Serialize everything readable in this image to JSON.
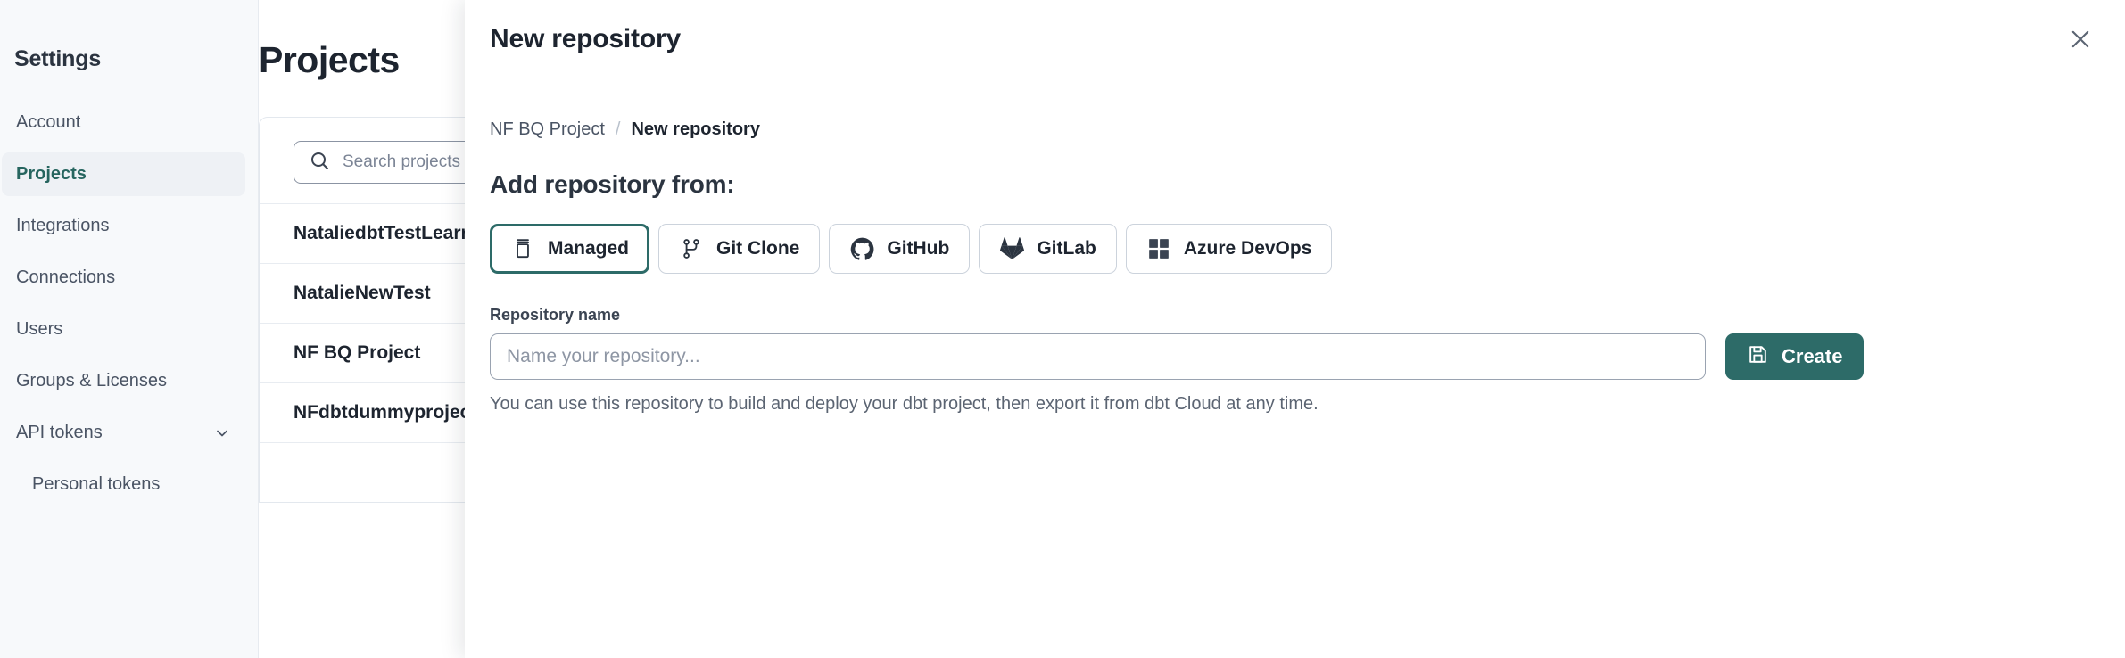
{
  "sidebar": {
    "heading": "Settings",
    "items": [
      {
        "label": "Account",
        "active": false
      },
      {
        "label": "Projects",
        "active": true
      },
      {
        "label": "Integrations",
        "active": false
      },
      {
        "label": "Connections",
        "active": false
      },
      {
        "label": "Users",
        "active": false
      },
      {
        "label": "Groups & Licenses",
        "active": false
      },
      {
        "label": "API tokens",
        "active": false,
        "icon": "chevron-down-icon"
      },
      {
        "label": "Personal tokens",
        "active": false,
        "sub": true
      }
    ]
  },
  "page": {
    "title": "Projects",
    "search": {
      "placeholder": "Search projects by na",
      "icon": "search-icon"
    },
    "projects": [
      "NataliedbtTestLearn T",
      "NatalieNewTest",
      "NF BQ Project",
      "NFdbtdummyproject"
    ]
  },
  "drawer": {
    "title": "New repository",
    "close_icon": "close-icon",
    "breadcrumb": {
      "parent": "NF BQ Project",
      "separator": "/",
      "current": "New repository"
    },
    "section_title": "Add repository from:",
    "tabs": [
      {
        "label": "Managed",
        "icon": "database-icon",
        "selected": true
      },
      {
        "label": "Git Clone",
        "icon": "git-branch-icon",
        "selected": false
      },
      {
        "label": "GitHub",
        "icon": "github-icon",
        "selected": false
      },
      {
        "label": "GitLab",
        "icon": "gitlab-icon",
        "selected": false
      },
      {
        "label": "Azure DevOps",
        "icon": "azure-devops-icon",
        "selected": false
      }
    ],
    "form": {
      "name_label": "Repository name",
      "name_placeholder": "Name your repository...",
      "name_value": "",
      "create_label": "Create",
      "create_icon": "save-icon",
      "helper_text": "You can use this repository to build and deploy your dbt project, then export it from dbt Cloud at any time."
    }
  },
  "colors": {
    "accent": "#2d6b68",
    "text": "#1d242f",
    "muted": "#5b6472",
    "sidebar_bg": "#f7f9fb"
  }
}
